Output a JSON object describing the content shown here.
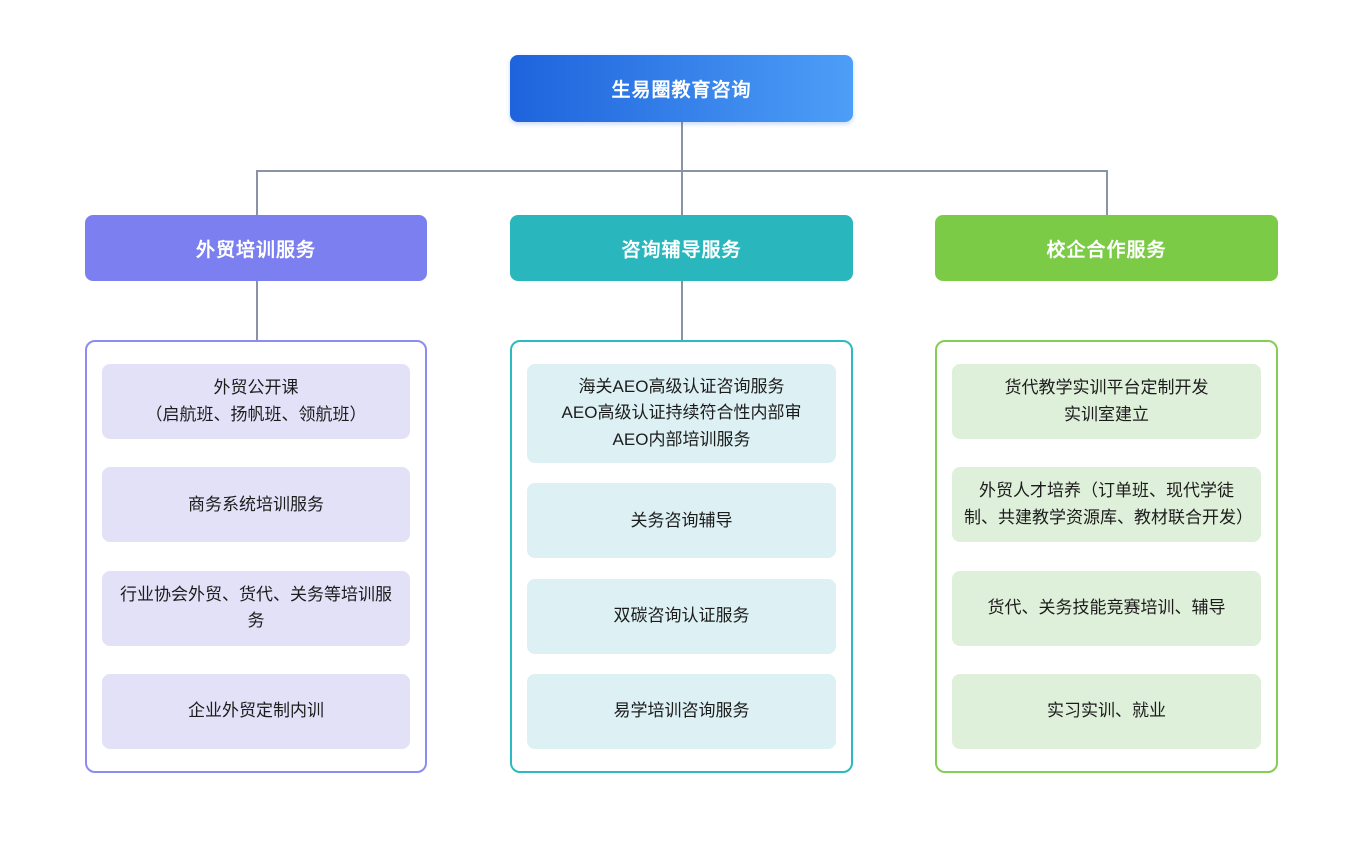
{
  "diagram": {
    "root": {
      "label": "生易圈教育咨询"
    },
    "branches": [
      {
        "label": "外贸培训服务",
        "items": [
          "外贸公开课\n（启航班、扬帆班、领航班）",
          "商务系统培训服务",
          "行业协会外贸、货代、关务等培训服务",
          "企业外贸定制内训"
        ]
      },
      {
        "label": "咨询辅导服务",
        "items": [
          "海关AEO高级认证咨询服务\nAEO高级认证持续符合性内部审\nAEO内部培训服务",
          "关务咨询辅导",
          "双碳咨询认证服务",
          "易学培训咨询服务"
        ]
      },
      {
        "label": "校企合作服务",
        "items": [
          "货代教学实训平台定制开发\n实训室建立",
          "外贸人才培养（订单班、现代学徒制、共建教学资源库、教材联合开发）",
          "货代、关务技能竞赛培训、辅导",
          "实习实训、就业"
        ]
      }
    ],
    "colors": {
      "root_gradient_from": "#1e63dc",
      "root_gradient_to": "#4d9ef7",
      "branch_trade_training": "#7b7ff0",
      "branch_consulting": "#29b7bd",
      "branch_school_enterprise": "#7bcb47",
      "leaf_bg_trade": "#e3e1f8",
      "leaf_bg_consulting": "#ddf0f3",
      "leaf_bg_school": "#dff0da",
      "connector": "#8a93a3"
    }
  }
}
